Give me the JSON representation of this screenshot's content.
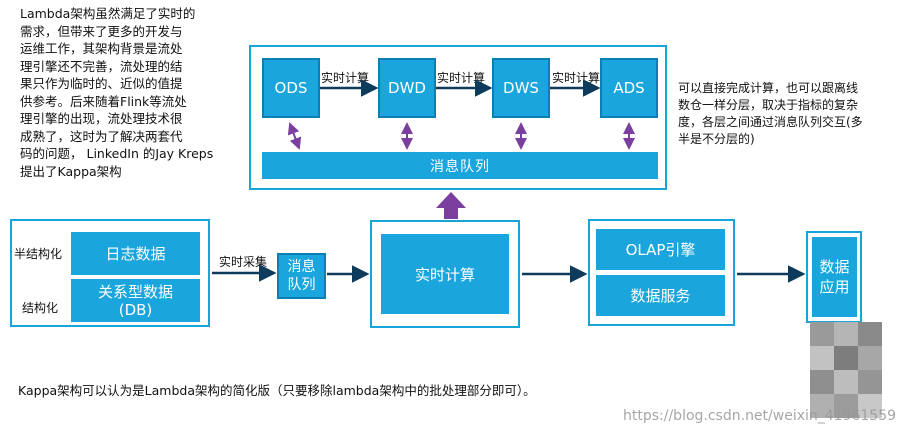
{
  "left_note": {
    "lines": [
      "Lambda架构虽然满足了实时的",
      "需求，但带来了更多的开发与",
      "运维工作，其架构背景是流处",
      "理引擎还不完善，流处理的结",
      "果只作为临时的、近似的值提",
      "供参考。后来随着Flink等流处",
      "理引擎的出现，流处理技术很",
      "成熟了，这时为了解决两套代",
      "码的问题， LinkedIn 的Jay Kreps",
      "提出了Kappa架构"
    ]
  },
  "right_note": {
    "lines": [
      "可以直接完成计算，也可以跟离线",
      "数仓一样分层，取决于指标的复杂",
      "度，各层之间通过消息队列交互(多",
      "半是不分层的)"
    ]
  },
  "layers": {
    "ods": "ODS",
    "dwd": "DWD",
    "dws": "DWS",
    "ads": "ADS",
    "arrow_label_1": "实时计算",
    "arrow_label_2": "实时计算",
    "arrow_label_3": "实时计算",
    "queue": "消息队列"
  },
  "sources": {
    "semi_structured_label": "半结构化",
    "structured_label": "结构化",
    "log_data": "日志数据",
    "relational_line1": "关系型数据",
    "relational_line2": "(DB)"
  },
  "flow": {
    "collect_label": "实时采集",
    "queue_line1": "消息",
    "queue_line2": "队列",
    "realtime_compute": "实时计算",
    "olap_engine": "OLAP引擎",
    "data_service": "数据服务",
    "app_line1": "数据",
    "app_line2": "应用"
  },
  "footer": "Kappa架构可以认为是Lambda架构的简化版（只要移除lambda架构中的批处理部分即可）。",
  "watermark": "https://blog.csdn.net/weixin_41961559",
  "colors": {
    "accent": "#1aa5dc",
    "frame_border": "#17a4d8",
    "purple_arrow": "#7b3fa0",
    "dark_arrow": "#0e3a5c"
  }
}
